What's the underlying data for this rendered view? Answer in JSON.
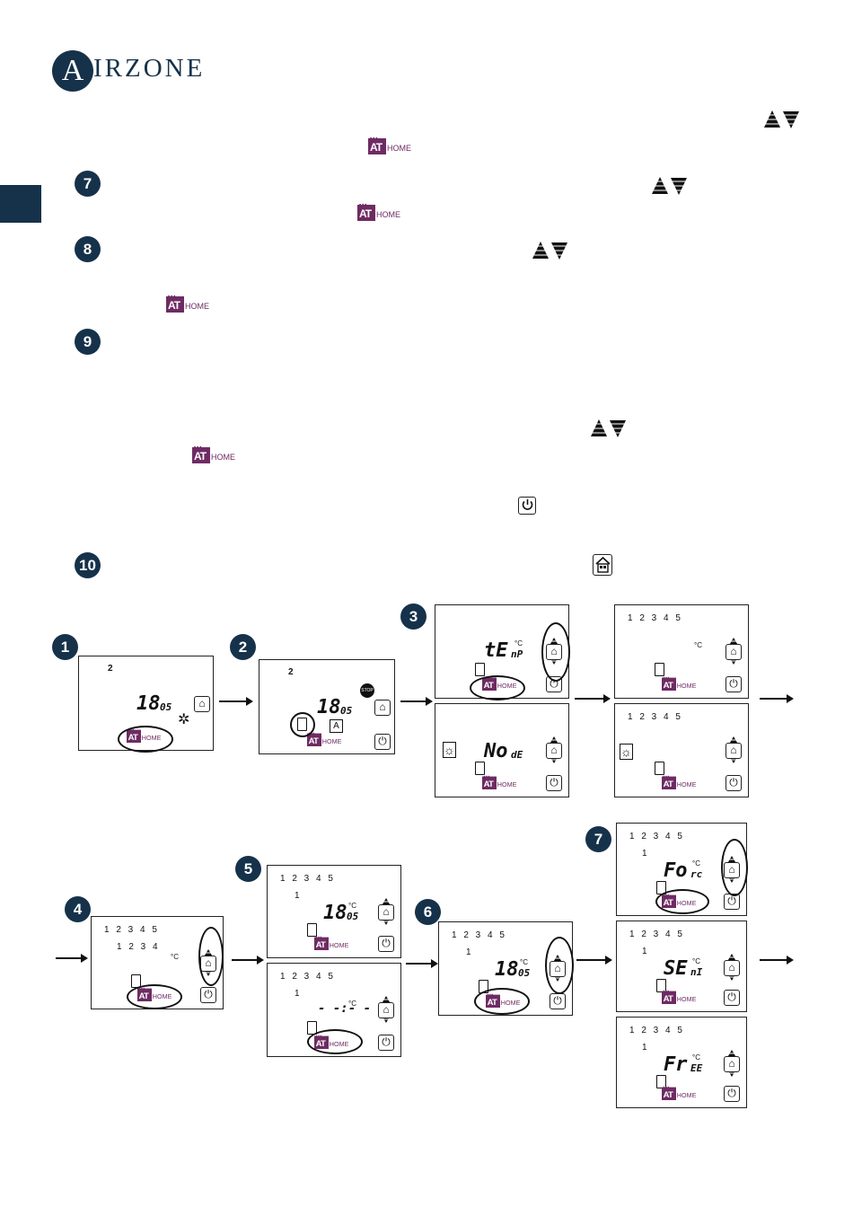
{
  "brand": {
    "logo_initial": "A",
    "logo_rest": "IRZONE"
  },
  "steps": {
    "s7": "7",
    "s8": "8",
    "s9": "9",
    "s10": "10"
  },
  "athome": {
    "at": "AT",
    "home": "HOME"
  },
  "diagram": {
    "labels": {
      "d1": "1",
      "d2": "2",
      "d3": "3",
      "d4": "4",
      "d5": "5",
      "d6": "6",
      "d7": "7"
    },
    "zone_row": "1 2 3 4 5",
    "zone_row_4": "1 2 3 4",
    "screens": {
      "s1": {
        "zone": "2",
        "time_h": "18",
        "time_m": "05"
      },
      "s2": {
        "zone": "2",
        "time_h": "18",
        "time_m": "05",
        "stop": "STOP",
        "auto": "A"
      },
      "s3a": {
        "text_big": "tE",
        "text_small": "nP",
        "unit": "°C"
      },
      "s3b": {
        "text_big": "No",
        "text_small": "dE"
      },
      "s4a": {
        "unit": "°C"
      },
      "s5a": {
        "zone": "1",
        "time_h": "18",
        "time_m": "05",
        "unit": "°C"
      },
      "s5b": {
        "zone": "1",
        "time": "- -:- -",
        "unit": "°C"
      },
      "s4": {
        "unit": "°C"
      },
      "s6": {
        "zone": "1",
        "time_h": "18",
        "time_m": "05",
        "unit": "°C"
      },
      "s7a": {
        "zone": "1",
        "text_big": "Fo",
        "text_small": "rc",
        "unit": "°C"
      },
      "s7b": {
        "zone": "1",
        "text_big": "SE",
        "text_small": "nI",
        "unit": "°C"
      },
      "s7c": {
        "zone": "1",
        "text_big": "Fr",
        "text_small": "EE",
        "unit": "°C"
      }
    }
  }
}
